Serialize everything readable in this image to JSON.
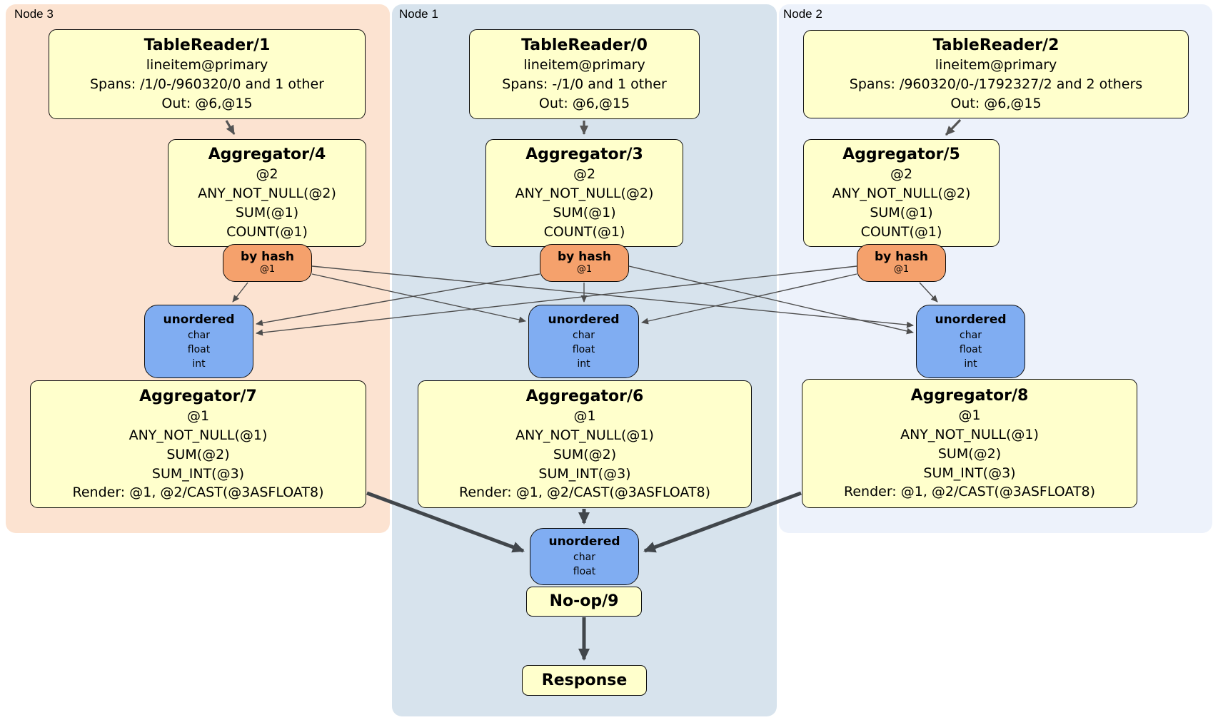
{
  "colors": {
    "node3_bg": "#fce3d1",
    "node1_bg": "#d7e3ed",
    "node2_bg": "#edf2fb",
    "processor_bg": "#ffffcc",
    "router_bg": "#f5a16c",
    "sync_bg": "#80adf2",
    "edge_thin": "#4d4d4d",
    "edge_thick": "#41464b"
  },
  "nodes": [
    {
      "label": "Node 3",
      "table_reader": {
        "title": "TableReader/1",
        "lines": [
          "lineitem@primary",
          "Spans: /1/0-/960320/0 and 1 other",
          "Out: @6,@15"
        ]
      },
      "pre_aggregator": {
        "title": "Aggregator/4",
        "lines": [
          "@2",
          "ANY_NOT_NULL(@2)",
          "SUM(@1)",
          "COUNT(@1)"
        ]
      },
      "router": {
        "title": "by hash",
        "detail": "@1"
      },
      "sync": {
        "title": "unordered",
        "types": [
          "char",
          "float",
          "int"
        ]
      },
      "final_aggregator": {
        "title": "Aggregator/7",
        "lines": [
          "@1",
          "ANY_NOT_NULL(@1)",
          "SUM(@2)",
          "SUM_INT(@3)",
          "Render: @1, @2/CAST(@3ASFLOAT8)"
        ]
      }
    },
    {
      "label": "Node 1",
      "table_reader": {
        "title": "TableReader/0",
        "lines": [
          "lineitem@primary",
          "Spans: -/1/0 and 1 other",
          "Out: @6,@15"
        ]
      },
      "pre_aggregator": {
        "title": "Aggregator/3",
        "lines": [
          "@2",
          "ANY_NOT_NULL(@2)",
          "SUM(@1)",
          "COUNT(@1)"
        ]
      },
      "router": {
        "title": "by hash",
        "detail": "@1"
      },
      "sync": {
        "title": "unordered",
        "types": [
          "char",
          "float",
          "int"
        ]
      },
      "final_aggregator": {
        "title": "Aggregator/6",
        "lines": [
          "@1",
          "ANY_NOT_NULL(@1)",
          "SUM(@2)",
          "SUM_INT(@3)",
          "Render: @1, @2/CAST(@3ASFLOAT8)"
        ]
      }
    },
    {
      "label": "Node 2",
      "table_reader": {
        "title": "TableReader/2",
        "lines": [
          "lineitem@primary",
          "Spans: /960320/0-/1792327/2 and 2 others",
          "Out: @6,@15"
        ]
      },
      "pre_aggregator": {
        "title": "Aggregator/5",
        "lines": [
          "@2",
          "ANY_NOT_NULL(@2)",
          "SUM(@1)",
          "COUNT(@1)"
        ]
      },
      "router": {
        "title": "by hash",
        "detail": "@1"
      },
      "sync": {
        "title": "unordered",
        "types": [
          "char",
          "float",
          "int"
        ]
      },
      "final_aggregator": {
        "title": "Aggregator/8",
        "lines": [
          "@1",
          "ANY_NOT_NULL(@1)",
          "SUM(@2)",
          "SUM_INT(@3)",
          "Render: @1, @2/CAST(@3ASFLOAT8)"
        ]
      }
    }
  ],
  "output": {
    "sync": {
      "title": "unordered",
      "types": [
        "char",
        "float"
      ]
    },
    "noop": "No-op/9",
    "response": "Response"
  }
}
